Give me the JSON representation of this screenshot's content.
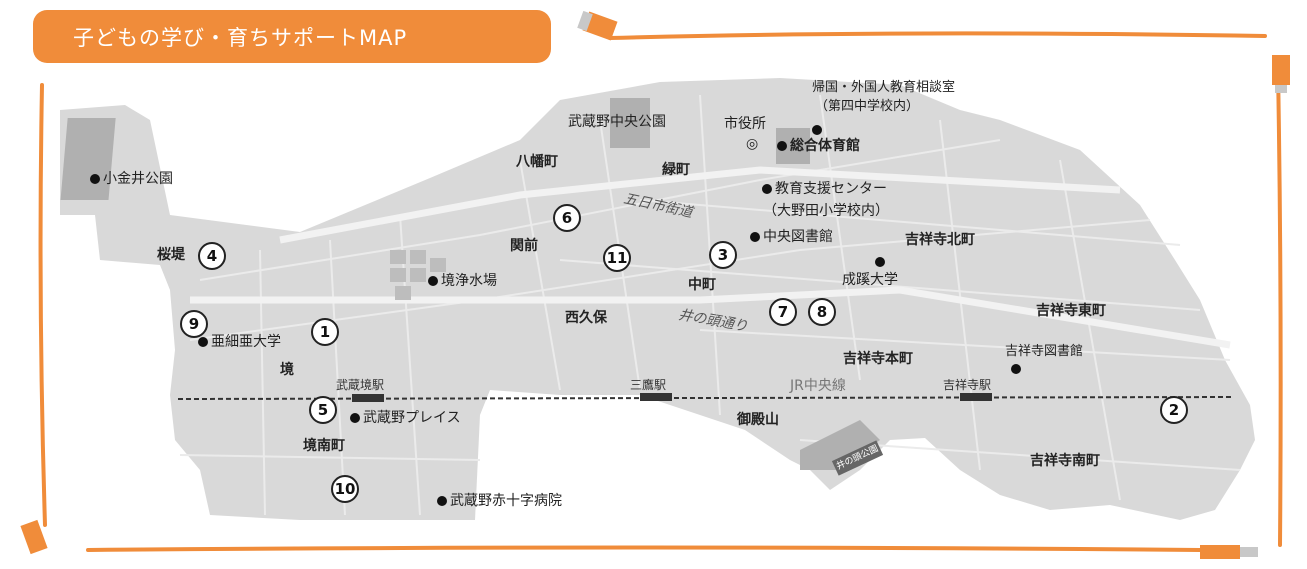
{
  "title": "子どもの学び・育ちサポートMAP",
  "colors": {
    "accent": "#f08c3a",
    "map_fill": "#d9d9d9",
    "road": "#ececec",
    "park": "#b5b5b5"
  },
  "districts": {
    "sakurazutsumi": "桜堤",
    "sakai": "境",
    "sakai_minami": "境南町",
    "sekimae": "関前",
    "hachiman": "八幡町",
    "midori": "緑町",
    "nishikubo": "西久保",
    "naka": "中町",
    "goten": "御殿山",
    "kichijoji_kita": "吉祥寺北町",
    "kichijoji_higashi": "吉祥寺東町",
    "kichijoji_hon": "吉祥寺本町",
    "kichijoji_minami": "吉祥寺南町"
  },
  "facilities": {
    "koganei_park": "小金井公園",
    "chuo_park": "武蔵野中央公園",
    "city_hall": "市役所",
    "sogo_gym": "総合体育館",
    "kikoku": "帰国・外国人教育相談室",
    "kikoku_sub": "（第四中学校内）",
    "kyoiku_center": "教育支援センター",
    "kyoiku_center_sub": "（大野田小学校内）",
    "chuo_library": "中央図書館",
    "seikei": "成蹊大学",
    "josui": "境浄水場",
    "asia_univ": "亜細亜大学",
    "place": "武蔵野プレイス",
    "red_cross": "武蔵野赤十字病院",
    "kichijoji_library": "吉祥寺図書館",
    "inokashira_park": "井の頭公園"
  },
  "roads": {
    "itsukaichi": "五日市街道",
    "inokashira": "井の頭通り",
    "jr": "JR中央線"
  },
  "stations": {
    "musashisakai": "武蔵境駅",
    "mitaka": "三鷹駅",
    "kichijoji": "吉祥寺駅"
  },
  "markers": [
    "1",
    "2",
    "3",
    "4",
    "5",
    "6",
    "7",
    "8",
    "9",
    "10",
    "11"
  ],
  "city_hall_symbol": "◎"
}
